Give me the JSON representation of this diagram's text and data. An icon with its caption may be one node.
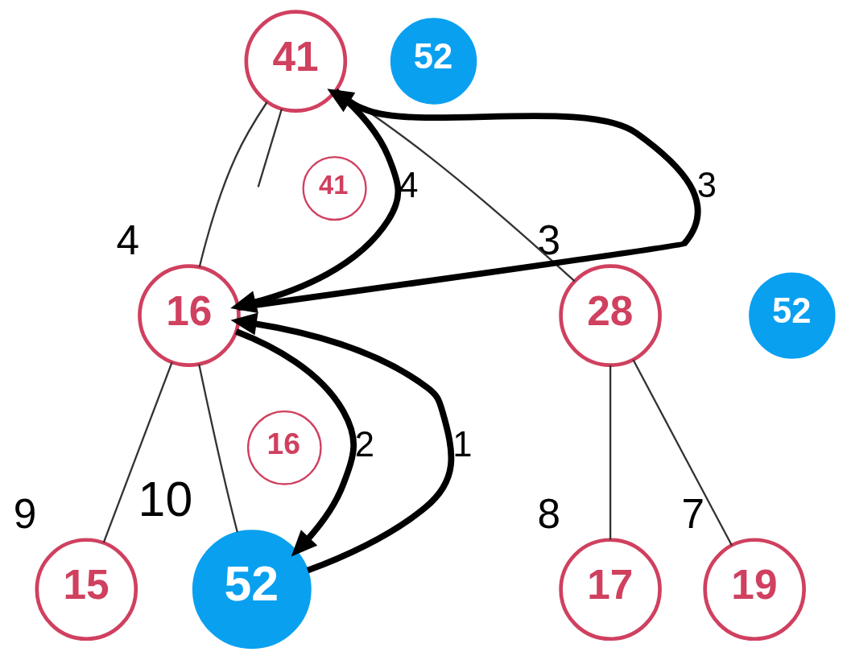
{
  "diagram": {
    "nodes": [
      {
        "text": [
          "41"
        ]
      },
      {
        "text": [
          "52"
        ]
      },
      {
        "text": [
          "41"
        ]
      },
      {
        "text": [
          "28"
        ],
        "beside": [
          "3"
        ]
      },
      {
        "text": [
          "16"
        ],
        "beside": [
          "4"
        ]
      },
      {
        "text": [
          "52"
        ]
      },
      {
        "text": [
          "16"
        ]
      },
      {
        "text": [
          "19"
        ],
        "beside": [
          "7"
        ]
      },
      {
        "text": [
          "17"
        ],
        "beside": [
          "8"
        ]
      },
      {
        "text": [
          "15"
        ],
        "beside": [
          "9"
        ]
      },
      {
        "text": [
          "52"
        ],
        "beside": [
          "10"
        ]
      }
    ],
    "edges": [
      {
        "from": 0,
        "to": null,
        "arrow": "none"
      },
      {
        "from": 0,
        "to": 3,
        "arrow": "none"
      },
      {
        "from": 0,
        "to": 4,
        "arrow": "none"
      },
      {
        "from": 3,
        "to": 7,
        "arrow": "none"
      },
      {
        "from": 3,
        "to": 8,
        "arrow": "none"
      },
      {
        "from": 4,
        "to": 9,
        "arrow": "none"
      },
      {
        "from": 4,
        "to": 10,
        "arrow": "none"
      },
      {
        "from": 10,
        "to": 4,
        "arrow": "to",
        "label": "1",
        "style": "thick"
      },
      {
        "from": 4,
        "to": 10,
        "arrow": "to",
        "label": "2",
        "style": "thick"
      },
      {
        "from": 4,
        "to": 0,
        "arrow": "to",
        "label": "3",
        "style": "thick"
      },
      {
        "from": 0,
        "to": 4,
        "arrow": "to",
        "label": "4",
        "style": "thick"
      }
    ]
  }
}
